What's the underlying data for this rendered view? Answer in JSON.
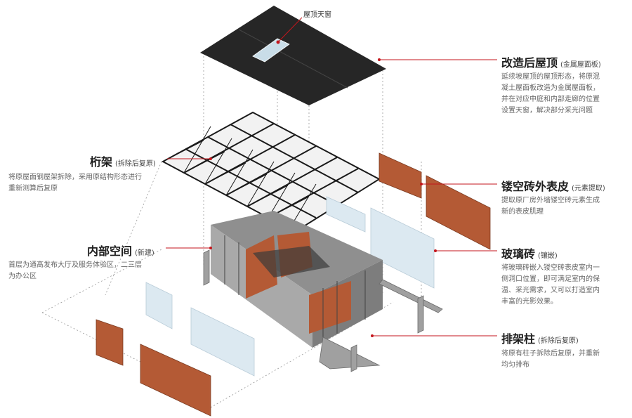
{
  "skylight_label": "屋顶天窗",
  "annotations": {
    "roof": {
      "title": "改造后屋顶",
      "sub": "(金属屋面板)",
      "desc": [
        "延续坡屋顶的屋顶形态，将原混",
        "凝土屋面板改造为金属屋面板，",
        "并在对应中庭和内部走廊的位置",
        "设置天窗，解决部分采光问题"
      ]
    },
    "truss": {
      "title": "桁架",
      "sub": "(拆除后复原)",
      "desc": [
        "将原屋面钢屋架拆除，采用原结构形态进行",
        "重新测算后复原"
      ]
    },
    "skin": {
      "title": "镂空砖外表皮",
      "sub": "(元素提取)",
      "desc": [
        "提取原厂房外墙镂空砖元素生成",
        "新的表皮肌理"
      ]
    },
    "interior": {
      "title": "内部空间",
      "sub": "(新建)",
      "desc": [
        "首层为通高发布大厅及服务体验区，二三层",
        "为办公区"
      ]
    },
    "glass": {
      "title": "玻璃砖",
      "sub": "(镶嵌)",
      "desc": [
        "将玻璃砖嵌入镂空砖表皮室内一",
        "侧洞口位置，即可满足室内的保",
        "温、采光需求，又可以打造室内",
        "丰富的光影效果。"
      ]
    },
    "columns": {
      "title": "排架柱",
      "sub": "(拆除后复原)",
      "desc": [
        "将原有柱子拆除后复原，并重新",
        "均匀排布"
      ]
    }
  },
  "colors": {
    "roof": "#262626",
    "skylight": "#c9dde8",
    "brick": "#b45a35",
    "glass": "#dce9f1",
    "leader": "#c4161c",
    "truss": "#1a1a1a",
    "concrete": "#9a9a9a"
  }
}
